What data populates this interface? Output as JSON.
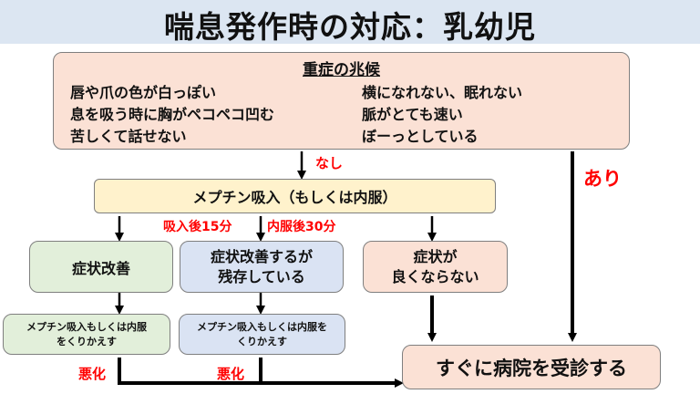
{
  "title": "喘息発作時の対応：乳幼児",
  "severe": {
    "heading": "重症の兆候",
    "left": [
      "唇や爪の色が白っぽい",
      "息を吸う時に胸がペコペコ凹む",
      "苦しくて話せない"
    ],
    "right": [
      "横になれない、眠れない",
      "脈がとても速い",
      "ぼーっとしている"
    ]
  },
  "labels": {
    "none": "なし",
    "yes": "あり",
    "inhale": "吸入後15分",
    "oral": "内服後30分",
    "worse_left": "悪化",
    "worse_mid": "悪化"
  },
  "meptin": "メプチン吸入（もしくは内服）",
  "outcomes": {
    "improve": "症状改善",
    "partial_1": "症状改善するが",
    "partial_2": "残存している",
    "notgood_1": "症状が",
    "notgood_2": "良くならない"
  },
  "repeat": {
    "left_1": "メプチン吸入もしくは内服",
    "left_2": "をくりかえす",
    "mid_1": "メプチン吸入もしくは内服を",
    "mid_2": "くりかえす"
  },
  "hospital": "すぐに病院を受診する",
  "colors": {
    "title_bg": "#dce6f2",
    "severe_bg": "#fbe1d5",
    "meptin_bg": "#fff2cc",
    "green_bg": "#e2efda",
    "blue_bg": "#dae3f3",
    "red": "#ff0000"
  }
}
